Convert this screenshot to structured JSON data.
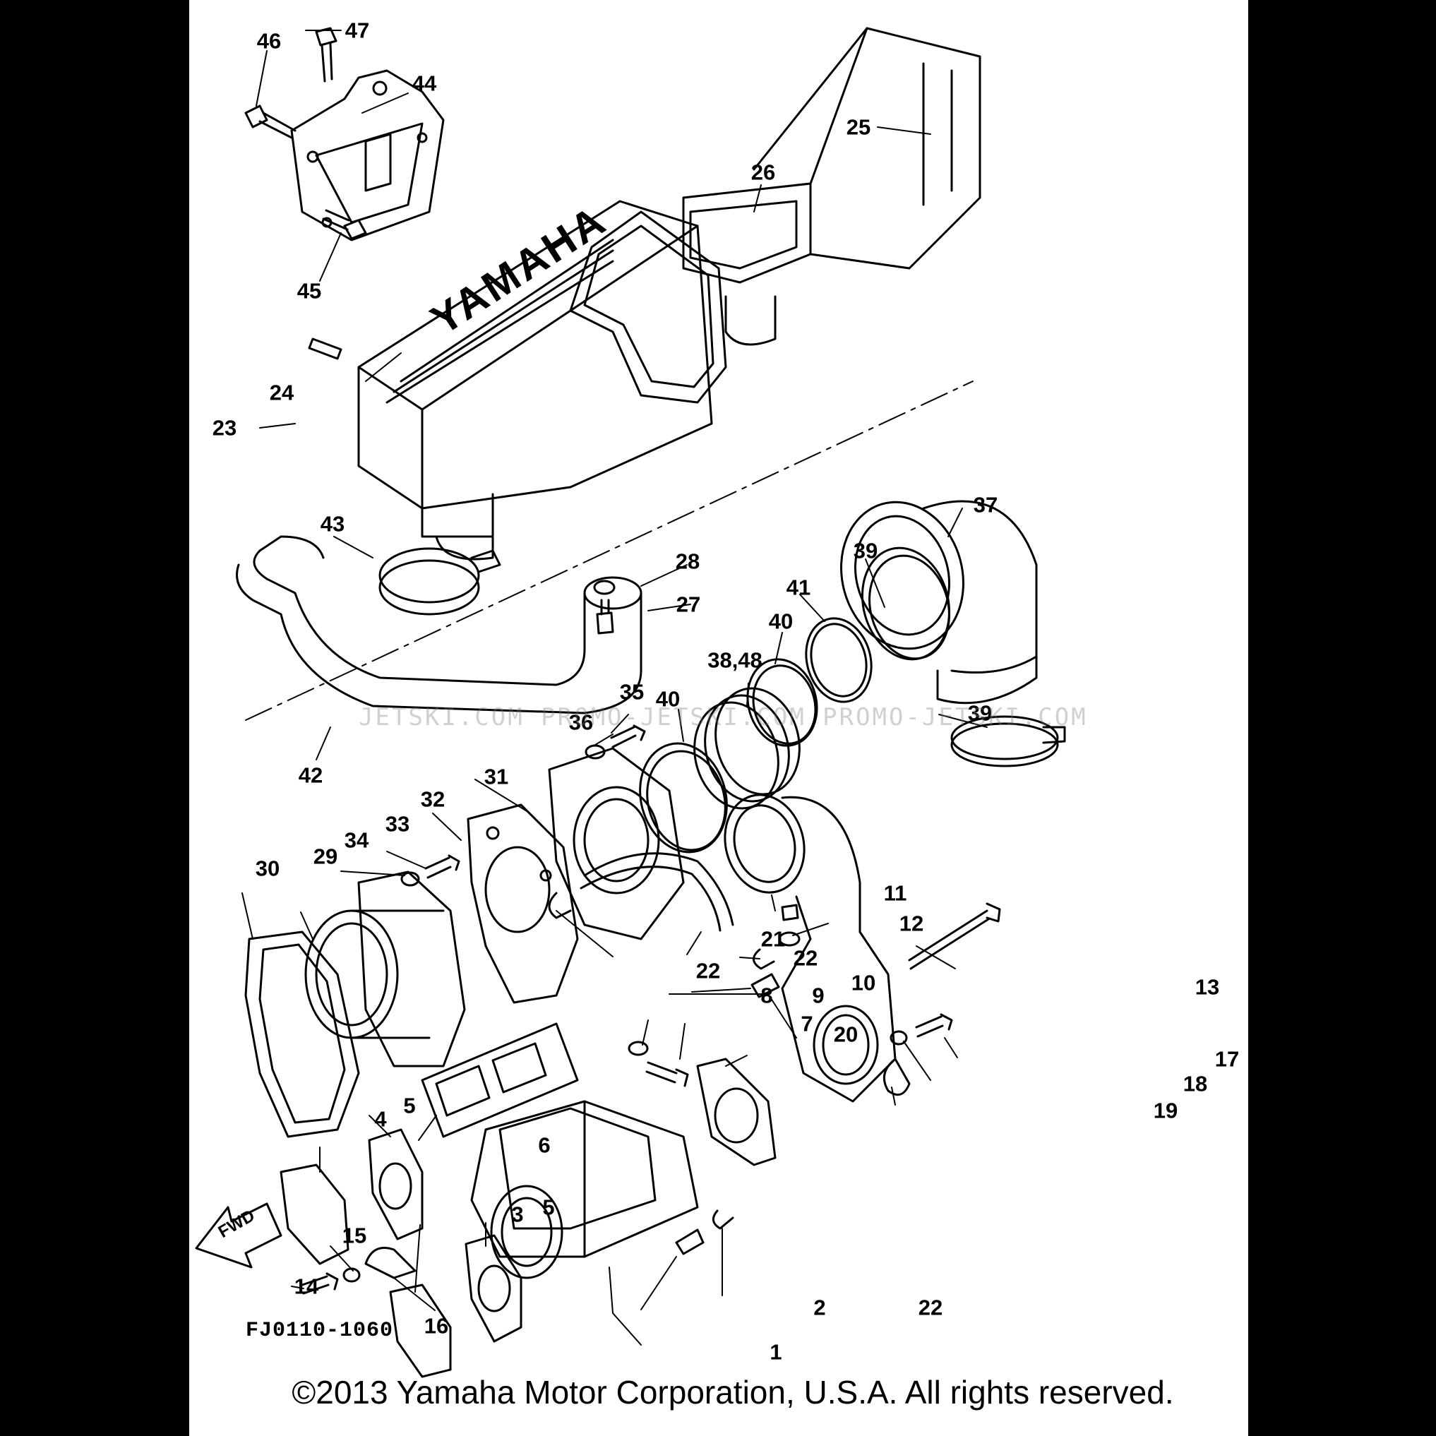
{
  "diagram": {
    "callouts": [
      {
        "id": "46",
        "label": "46"
      },
      {
        "id": "47",
        "label": "47"
      },
      {
        "id": "44",
        "label": "44"
      },
      {
        "id": "45",
        "label": "45"
      },
      {
        "id": "25",
        "label": "25"
      },
      {
        "id": "26",
        "label": "26"
      },
      {
        "id": "24",
        "label": "24"
      },
      {
        "id": "23",
        "label": "23"
      },
      {
        "id": "43",
        "label": "43"
      },
      {
        "id": "28",
        "label": "28"
      },
      {
        "id": "27",
        "label": "27"
      },
      {
        "id": "37",
        "label": "37"
      },
      {
        "id": "39a",
        "label": "39"
      },
      {
        "id": "41",
        "label": "41"
      },
      {
        "id": "40a",
        "label": "40"
      },
      {
        "id": "38",
        "label": "38,48"
      },
      {
        "id": "40b",
        "label": "40"
      },
      {
        "id": "35",
        "label": "35"
      },
      {
        "id": "36",
        "label": "36"
      },
      {
        "id": "39b",
        "label": "39"
      },
      {
        "id": "42",
        "label": "42"
      },
      {
        "id": "31",
        "label": "31"
      },
      {
        "id": "32",
        "label": "32"
      },
      {
        "id": "33",
        "label": "33"
      },
      {
        "id": "34",
        "label": "34"
      },
      {
        "id": "29",
        "label": "29"
      },
      {
        "id": "30",
        "label": "30"
      },
      {
        "id": "11",
        "label": "11"
      },
      {
        "id": "12",
        "label": "12"
      },
      {
        "id": "13",
        "label": "13"
      },
      {
        "id": "21",
        "label": "21"
      },
      {
        "id": "22a",
        "label": "22"
      },
      {
        "id": "22b",
        "label": "22"
      },
      {
        "id": "9",
        "label": "9"
      },
      {
        "id": "10",
        "label": "10"
      },
      {
        "id": "8",
        "label": "8"
      },
      {
        "id": "7",
        "label": "7"
      },
      {
        "id": "20",
        "label": "20"
      },
      {
        "id": "17",
        "label": "17"
      },
      {
        "id": "18",
        "label": "18"
      },
      {
        "id": "19",
        "label": "19"
      },
      {
        "id": "4",
        "label": "4"
      },
      {
        "id": "5a",
        "label": "5"
      },
      {
        "id": "6",
        "label": "6"
      },
      {
        "id": "5b",
        "label": "5"
      },
      {
        "id": "3",
        "label": "3"
      },
      {
        "id": "15",
        "label": "15"
      },
      {
        "id": "14",
        "label": "14"
      },
      {
        "id": "16",
        "label": "16"
      },
      {
        "id": "2",
        "label": "2"
      },
      {
        "id": "22c",
        "label": "22"
      },
      {
        "id": "1",
        "label": "1"
      }
    ],
    "part_code": "FJ0110-1060",
    "brand_lettering": "YAMAHA",
    "fwd_arrow_label": "FWD",
    "watermark": "JETSKI.COM   PROMO-JETSKI.COM   PROMO-JETSKI.COM"
  },
  "footer": {
    "copyright": "©2013 Yamaha Motor Corporation, U.S.A. All rights reserved."
  }
}
